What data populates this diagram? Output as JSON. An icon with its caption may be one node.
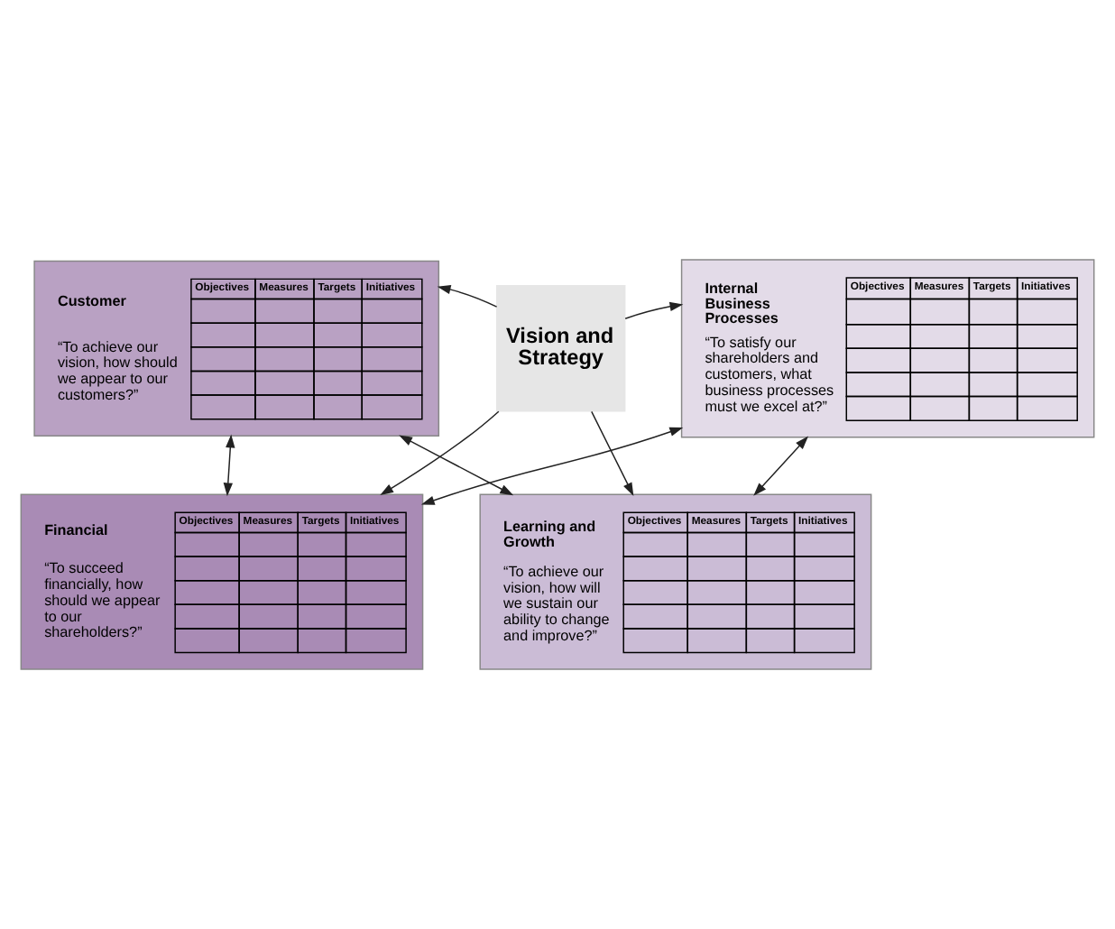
{
  "diagram": {
    "nodes": [
      {
        "text": [
          "Financial",
          "“To succeed financially, how should we appear to our shareholders?”",
          "Objectives",
          "Measures",
          "Targets",
          "Initiatives"
        ]
      },
      {
        "text": [
          "Customer",
          "“To achieve our vision, how should we appear to our customers?”",
          "Objectives",
          "Measures",
          "Targets",
          "Initiatives"
        ]
      },
      {
        "text": [
          "Vision and Strategy"
        ]
      },
      {
        "text": [
          "Internal Business Processes",
          "“To satisfy our shareholders and customers, what business processes must we excel at?”",
          "Objectives",
          "Measures",
          "Targets",
          "Initiatives"
        ]
      },
      {
        "text": [
          "Learning and Growth",
          "“To achieve our vision, how will we sustain our ability to change and improve?”",
          "Objectives",
          "Measures",
          "Targets",
          "Initiatives"
        ]
      }
    ],
    "edges": [
      {
        "from": 2,
        "to": 0,
        "arrow": "to"
      },
      {
        "from": 2,
        "to": 1,
        "arrow": "to"
      },
      {
        "from": 2,
        "to": 3,
        "arrow": "to"
      },
      {
        "from": 2,
        "to": 4,
        "arrow": "to"
      },
      {
        "from": 0,
        "to": 1,
        "arrow": "both"
      },
      {
        "from": 0,
        "to": 3,
        "arrow": "both"
      },
      {
        "from": 1,
        "to": 4,
        "arrow": "both"
      },
      {
        "from": 3,
        "to": 4,
        "arrow": "both"
      }
    ]
  }
}
